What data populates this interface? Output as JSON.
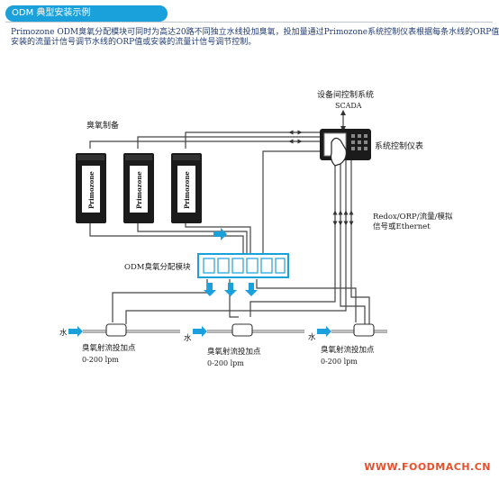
{
  "header": {
    "title": "ODM 典型安装示例"
  },
  "intro": {
    "line1": "Primozone ODM臭氧分配模块可同时为高达20路不同独立水线投加臭氧，投加量通过Primozone系统控制仪表根据每条水线的ORP值或",
    "line2": "安装的流量计信号调节水线的ORP值或安装的流量计信号调节控制。"
  },
  "labels": {
    "generators": "臭氧制备",
    "scada_1": "设备间控制系统",
    "scada_2": "SCADA",
    "controller": "系统控制仪表",
    "signal_1": "Redox/ORP/流量/模拟",
    "signal_2": "信号或Ethernet",
    "odm": "ODM臭氧分配模块",
    "water": "水"
  },
  "generators": [
    {
      "brand": "Primozone"
    },
    {
      "brand": "Primozone"
    },
    {
      "brand": "Primozone"
    }
  ],
  "dosing_points": [
    {
      "name": "臭氧射流投加点",
      "range": "0-200 lpm"
    },
    {
      "name": "臭氧射流投加点",
      "range": "0-200 lpm"
    },
    {
      "name": "臭氧射流投加点",
      "range": "0-200 lpm"
    }
  ],
  "watermark": "WWW.FOODMACH.CN",
  "colors": {
    "accent": "#1aa0db",
    "text": "#1f3b73",
    "watermark": "#e8502b"
  },
  "icons": {
    "controller": "hand-touch-controller-icon",
    "arrow": "flow-arrow-icon"
  }
}
